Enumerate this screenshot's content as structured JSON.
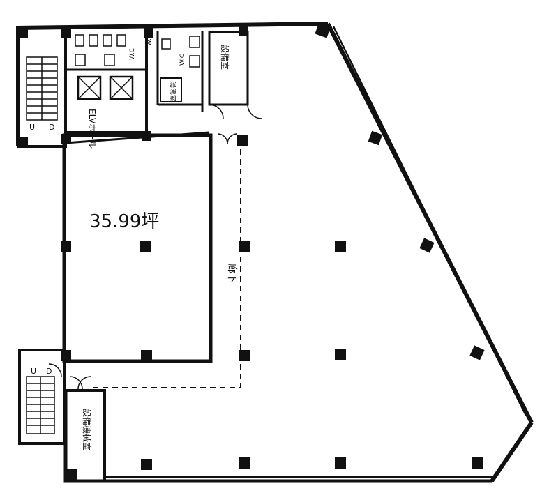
{
  "plan": {
    "area_label": "35.99坪",
    "corridor_label": "廊下",
    "elevator_hall_label": "ELVホール",
    "equipment_room_top_label": "設備室",
    "equipment_room_bottom_label": "設備機械室",
    "hot_water_label": "湯沸室",
    "wc_labels": [
      "W.C",
      "W.C",
      "W.C"
    ],
    "up_down_marks": [
      "U",
      "D",
      "U",
      "D"
    ]
  }
}
